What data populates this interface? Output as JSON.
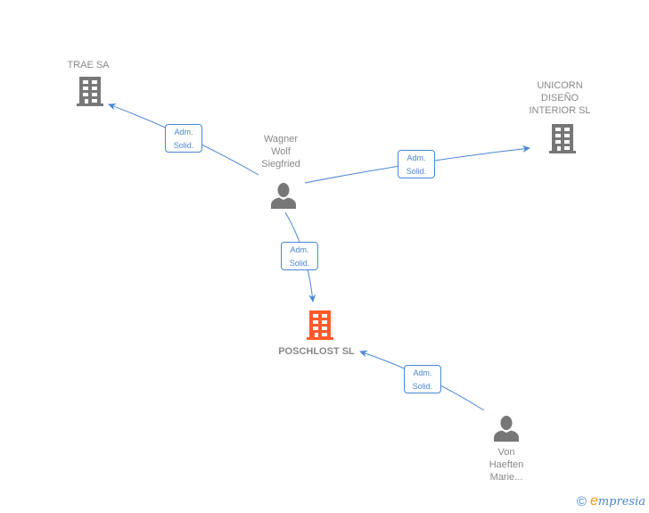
{
  "colors": {
    "edge": "#4a86d4",
    "company_icon": "#777777",
    "focus_company_icon": "#ff5a2a",
    "person_icon": "#777777",
    "label": "#888888"
  },
  "nodes": {
    "trae": {
      "label": "TRAE SA",
      "type": "company",
      "icon": "building-icon"
    },
    "unicorn": {
      "label": "UNICORN\nDISEÑO\nINTERIOR SL",
      "type": "company",
      "icon": "building-icon"
    },
    "wagner": {
      "label": "Wagner\nWolf\nSiegfried",
      "type": "person",
      "icon": "person-icon"
    },
    "poschlost": {
      "label": "POSCHLOST SL",
      "type": "company-focus",
      "icon": "building-icon"
    },
    "vonhaeften": {
      "label": "Von\nHaeften\nMarie...",
      "type": "person",
      "icon": "person-icon"
    }
  },
  "edges": [
    {
      "from": "wagner",
      "to": "trae",
      "line1": "Adm.",
      "line2": "Solid."
    },
    {
      "from": "wagner",
      "to": "unicorn",
      "line1": "Adm.",
      "line2": "Solid."
    },
    {
      "from": "wagner",
      "to": "poschlost",
      "line1": "Adm.",
      "line2": "Solid."
    },
    {
      "from": "vonhaeften",
      "to": "poschlost",
      "line1": "Adm.",
      "line2": "Solid."
    }
  ],
  "footer": {
    "copyright_symbol": "©",
    "brand_initial": "e",
    "brand_rest": "mpresia"
  }
}
